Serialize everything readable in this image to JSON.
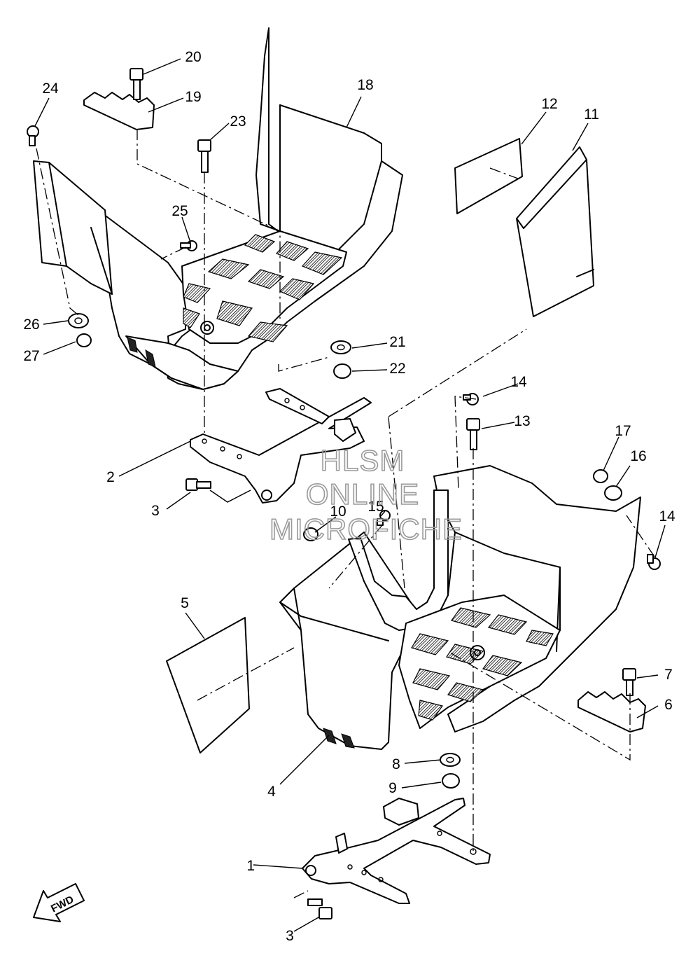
{
  "diagram": {
    "part_numbers": [
      "1",
      "2",
      "3",
      "3",
      "4",
      "5",
      "6",
      "7",
      "8",
      "9",
      "10",
      "11",
      "12",
      "13",
      "14",
      "14",
      "15",
      "16",
      "17",
      "18",
      "19",
      "20",
      "21",
      "22",
      "23",
      "24",
      "25",
      "26",
      "27"
    ],
    "watermark": [
      "HLSM",
      "ONLINE",
      "MICROFICHE"
    ],
    "direction_label": "FWD"
  }
}
